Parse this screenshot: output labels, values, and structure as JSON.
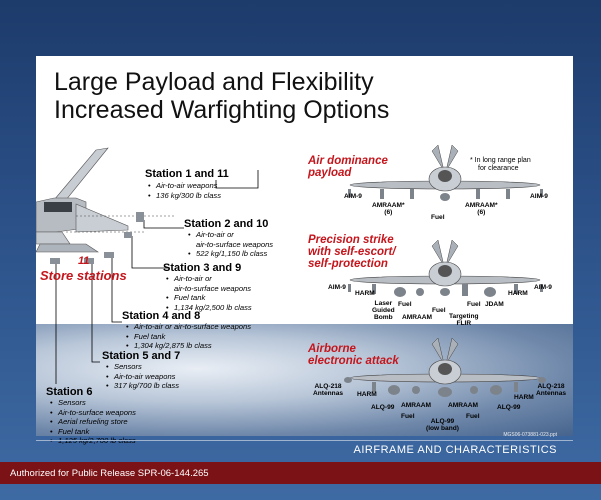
{
  "title": {
    "line1": "Large Payload and Flexibility",
    "line2": "Increased Warfighting Options"
  },
  "store_stations": {
    "count": "11",
    "label": "Store stations"
  },
  "stations": [
    {
      "name": "Station 1 and 11",
      "items": [
        "Air-to-air weapons",
        "136 kg/300 lb class"
      ]
    },
    {
      "name": "Station 2 and 10",
      "items": [
        "Air-to-air or air-to-surface weapons",
        "522 kg/1,150 lb class"
      ]
    },
    {
      "name": "Station 3 and 9",
      "items": [
        "Air-to-air or air-to-surface weapons",
        "Fuel tank",
        "1,134 kg/2,500 lb class"
      ]
    },
    {
      "name": "Station 4 and 8",
      "items": [
        "Air-to-air or air-to-surface weapons",
        "Fuel tank",
        "1,304 kg/2,875 lb class"
      ]
    },
    {
      "name": "Station 5 and 7",
      "items": [
        "Sensors",
        "Air-to-air weapons",
        "317 kg/700 lb class"
      ]
    },
    {
      "name": "Station 6",
      "items": [
        "Sensors",
        "Air-to-surface weapons",
        "Aerial refueling store",
        "Fuel tank",
        "1,125 kg/2,700 lb class"
      ]
    }
  ],
  "st2_item0_l1": "Air-to-air or",
  "st2_item0_l2": "air-to-surface weapons",
  "st3_item0_l1": "Air-to-air or",
  "st3_item0_l2": "air-to-surface weapons",
  "configs": {
    "air_dominance": {
      "title_l1": "Air dominance",
      "title_l2": "payload",
      "note_l1": "* In long range plan",
      "note_l2": "for clearance",
      "labels": {
        "aim9_left": "AIM-9",
        "amraam_left_l1": "AMRAAM*",
        "amraam_left_l2": "(6)",
        "fuel": "Fuel",
        "amraam_right_l1": "AMRAAM*",
        "amraam_right_l2": "(6)",
        "aim9_right": "AIM-9"
      }
    },
    "precision_strike": {
      "title_l1": "Precision strike",
      "title_l2": "with self-escort/",
      "title_l3": "self-protection",
      "labels": {
        "aim9_left": "AIM-9",
        "harm_left": "HARM",
        "lgb_l1": "Laser",
        "lgb_l2": "Guided",
        "lgb_l3": "Bomb",
        "fuel_left": "Fuel",
        "amraam": "AMRAAM",
        "fuel_center": "Fuel",
        "flir_l1": "Targeting",
        "flir_l2": "FLIR",
        "fuel_right": "Fuel",
        "jdam": "JDAM",
        "harm_right": "HARM",
        "aim9_right": "AIM-9"
      }
    },
    "electronic_attack": {
      "title_l1": "Airborne",
      "title_l2": "electronic attack",
      "labels": {
        "alq218_left_l1": "ALQ-218",
        "alq218_left_l2": "Antennas",
        "harm_left": "HARM",
        "alq99_left": "ALQ-99",
        "amraam_left": "AMRAAM",
        "fuel_left": "Fuel",
        "amraam_right": "AMRAAM",
        "fuel_right": "Fuel",
        "alq99_center_l1": "ALQ-99",
        "alq99_center_l2": "(low band)",
        "alq99_right": "ALQ-99",
        "harm_right": "HARM",
        "alq218_right_l1": "ALQ-218",
        "alq218_right_l2": "Antennas"
      }
    }
  },
  "ref_code": "MGS06-073881-023.ppt",
  "section_label": "AIRFRAME AND CHARACTERISTICS",
  "footer": "Authorized for Public Release SPR-06-144.265"
}
